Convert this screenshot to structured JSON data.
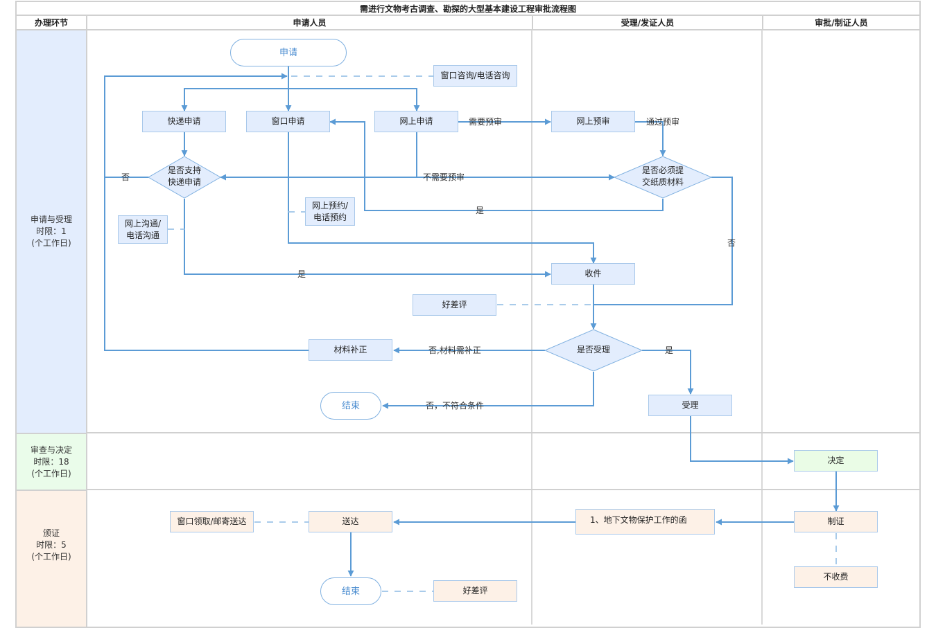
{
  "title": "需进行文物考古调查、勘探的大型基本建设工程审批流程图",
  "headers": {
    "stage": "办理环节",
    "applicant": "申请人员",
    "acceptor": "受理/发证人员",
    "approver": "审批/制证人员"
  },
  "stages": [
    {
      "name": "申请与受理",
      "limit": "时限：1",
      "unit": "(个工作日)"
    },
    {
      "name": "审查与决定",
      "limit": "时限：18",
      "unit": "(个工作日)"
    },
    {
      "name": "颁证",
      "limit": "时限：5",
      "unit": "(个工作日)"
    }
  ],
  "nodes": {
    "start": "申请",
    "consult": "窗口咨询/电话咨询",
    "express_apply": "快递申请",
    "window_apply": "窗口申请",
    "online_apply": "网上申请",
    "online_precheck": "网上预审",
    "express_supported_line1": "是否支持",
    "express_supported_line2": "快递申请",
    "paper_required_line1": "是否必须提",
    "paper_required_line2": "交纸质材料",
    "online_comm_line1": "网上沟通/",
    "online_comm_line2": "电话沟通",
    "reservation_line1": "网上预约/",
    "reservation_line2": "电话预约",
    "receive": "收件",
    "rating_1": "好差评",
    "accept_decision": "是否受理",
    "supplement": "材料补正",
    "end_1": "结束",
    "accept": "受理",
    "decide": "决定",
    "certify": "制证",
    "no_fee": "不收费",
    "document": "1、地下文物保护工作的函",
    "deliver": "送达",
    "pickup": "窗口领取/邮寄送达",
    "end_2": "结束",
    "rating_2": "好差评"
  },
  "edge_labels": {
    "need_precheck": "需要预审",
    "pass_precheck": "通过预审",
    "no_precheck": "不需要预审",
    "no_express": "否",
    "yes_paper": "是",
    "yes_express": "是",
    "no_paper": "否",
    "no_supplement": "否,材料需补正",
    "yes_accept": "是",
    "no_reject": "否，不符合条件"
  },
  "colors": {
    "line": "#5b9bd5",
    "dash": "#a9cbea",
    "grid": "#d0d0d0",
    "stage_blue": "#e3edfd",
    "stage_green": "#eafcea",
    "stage_peach": "#fdf1e7"
  }
}
